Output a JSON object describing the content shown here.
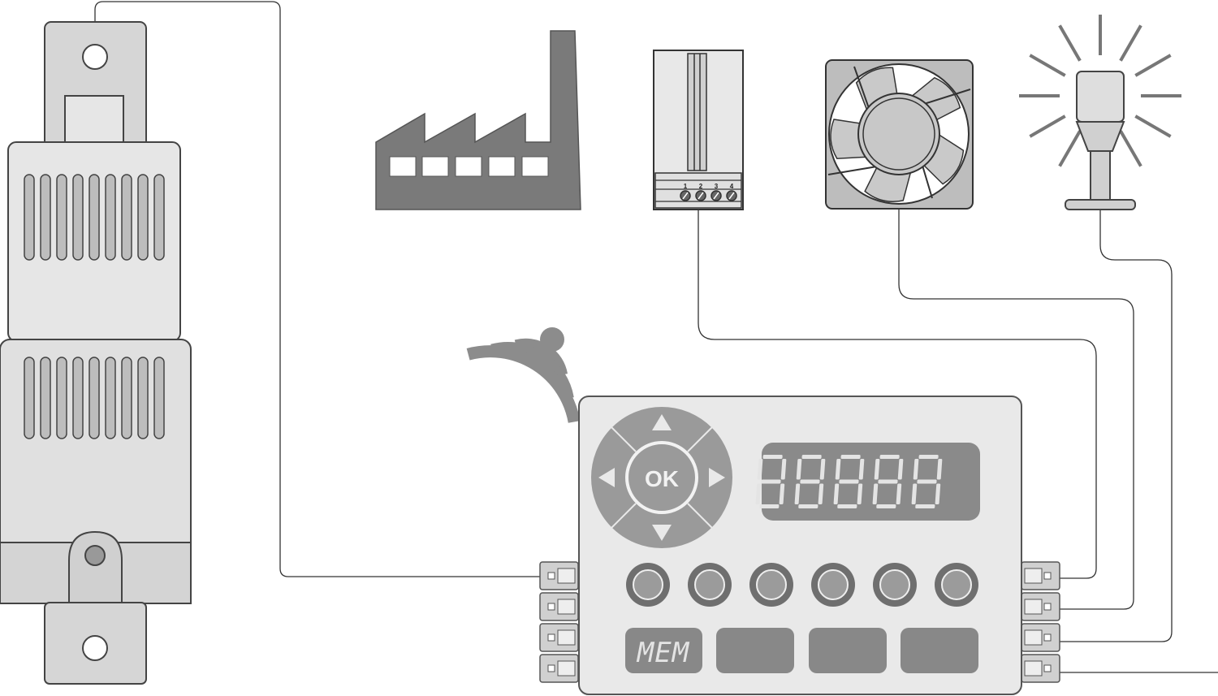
{
  "colors": {
    "outline": "#444444",
    "device_light": "#e8e8e8",
    "device_mid": "#bdbdbd",
    "device_dark": "#7a7a7a",
    "display": "#8a8a8a",
    "wire": "#333333"
  },
  "devices": {
    "sensor": {
      "icon": "humidity-temperature-sensor-icon"
    },
    "factory": {
      "icon": "factory-icon"
    },
    "wifi": {
      "icon": "wifi-icon"
    },
    "heater": {
      "icon": "heater-icon",
      "terminals": [
        "1",
        "2",
        "3",
        "4"
      ]
    },
    "fan": {
      "icon": "fan-icon"
    },
    "beacon": {
      "icon": "warning-light-icon"
    }
  },
  "controller": {
    "ok_label": "OK",
    "mem_label": "MEM",
    "display_digits": 5,
    "indicator_count": 6,
    "buttons_count": 4,
    "dpad": [
      "up",
      "down",
      "left",
      "right"
    ]
  }
}
